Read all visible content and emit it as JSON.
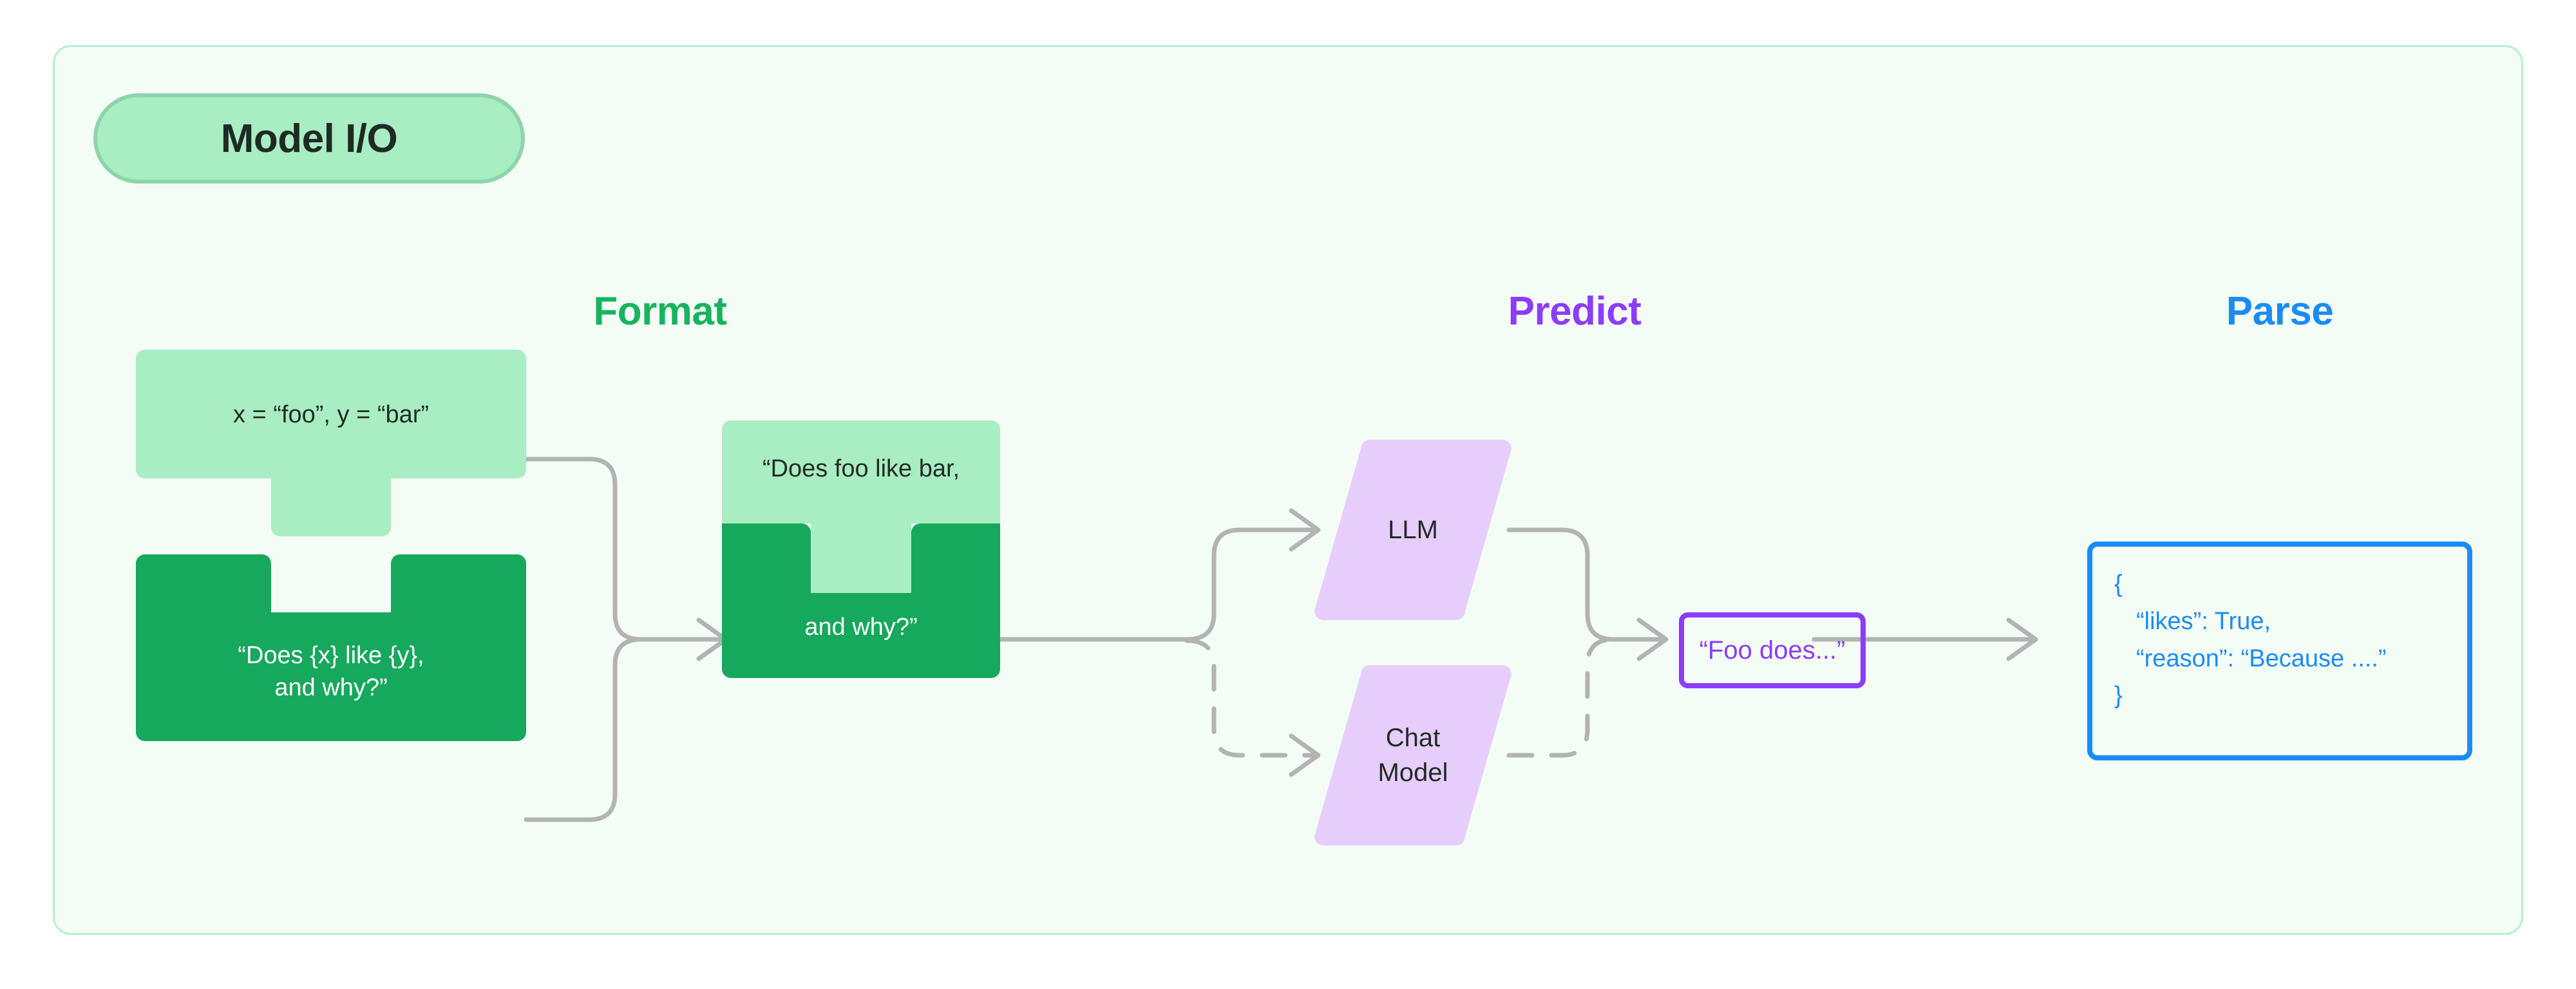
{
  "card": {
    "badge_label": "Model I/O",
    "background": "#f4fcf6",
    "border_color": "#b7f0ca"
  },
  "headings": {
    "format": "Format",
    "predict": "Predict",
    "parse": "Parse",
    "format_color": "#16b45e",
    "predict_color": "#8b3dfa",
    "parse_color": "#1a8cf5"
  },
  "format_stage": {
    "variables_piece": {
      "text": "x = “foo”, y = “bar”",
      "fill": "#a9edc2",
      "text_color": "#1e2b24"
    },
    "template_piece": {
      "text": "“Does {x} like {y},\nand why?”",
      "fill": "#16a85c",
      "text_color": "#ffffff"
    },
    "merged_piece": {
      "top_text": "“Does foo like bar,",
      "bottom_text": "and why?”",
      "top_fill": "#a9edc2",
      "bottom_fill": "#16a85c"
    }
  },
  "predict_stage": {
    "models": [
      {
        "label": "LLM",
        "fill": "#e7cdfb",
        "edge_style": "solid"
      },
      {
        "label": "Chat\nModel",
        "fill": "#e7cdfb",
        "edge_style": "dashed"
      }
    ],
    "output_chip": {
      "text": "“Foo does...”",
      "border_color": "#8b3dfa",
      "text_color": "#8b3dfa"
    }
  },
  "parse_stage": {
    "json_box": {
      "border_color": "#1a8cf5",
      "text_color": "#1a8cf5",
      "lines": [
        "{",
        "“likes”: True,",
        "“reason”: “Because ....”",
        "}"
      ]
    }
  },
  "edges": {
    "line_color": "#b3b3b3"
  }
}
